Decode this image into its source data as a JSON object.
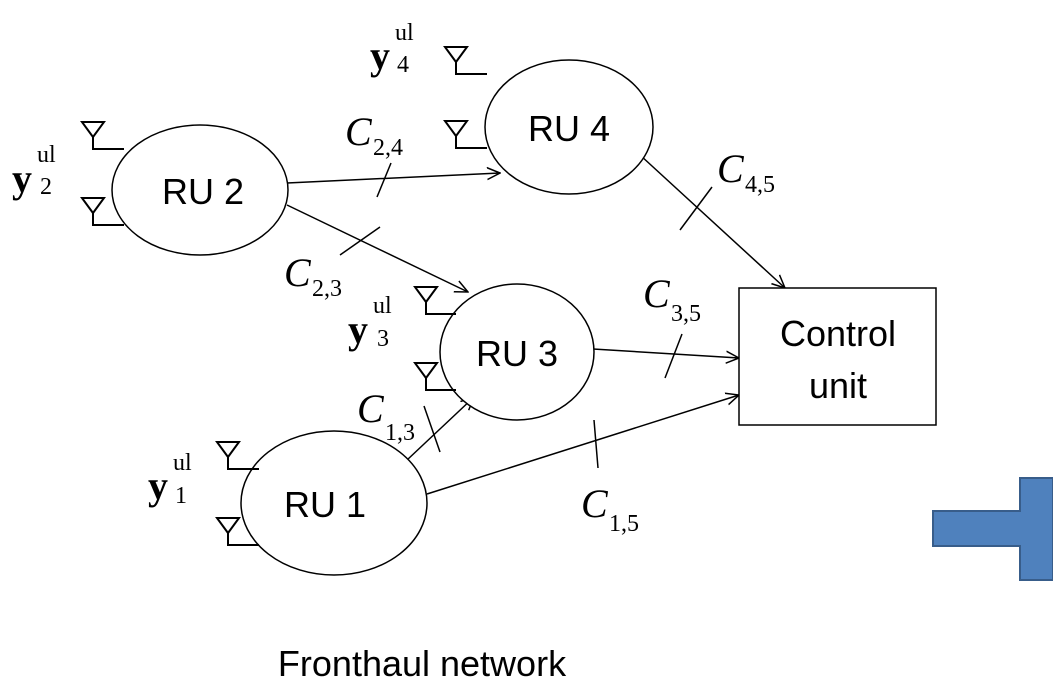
{
  "nodes": {
    "ru1": "RU 1",
    "ru2": "RU 2",
    "ru3": "RU 3",
    "ru4": "RU 4",
    "control_line1": "Control",
    "control_line2": "unit"
  },
  "signals": {
    "main": "y",
    "sup": "ul",
    "ru1_sub": "1",
    "ru2_sub": "2",
    "ru3_sub": "3",
    "ru4_sub": "4"
  },
  "links": {
    "main": "C",
    "c24_sub": "2,4",
    "c23_sub": "2,3",
    "c13_sub": "1,3",
    "c45_sub": "4,5",
    "c35_sub": "3,5",
    "c15_sub": "1,5"
  },
  "caption": "Fronthaul network",
  "colors": {
    "arrow_fill": "#4f81bd",
    "arrow_stroke": "#385d8a",
    "line": "#000000"
  }
}
